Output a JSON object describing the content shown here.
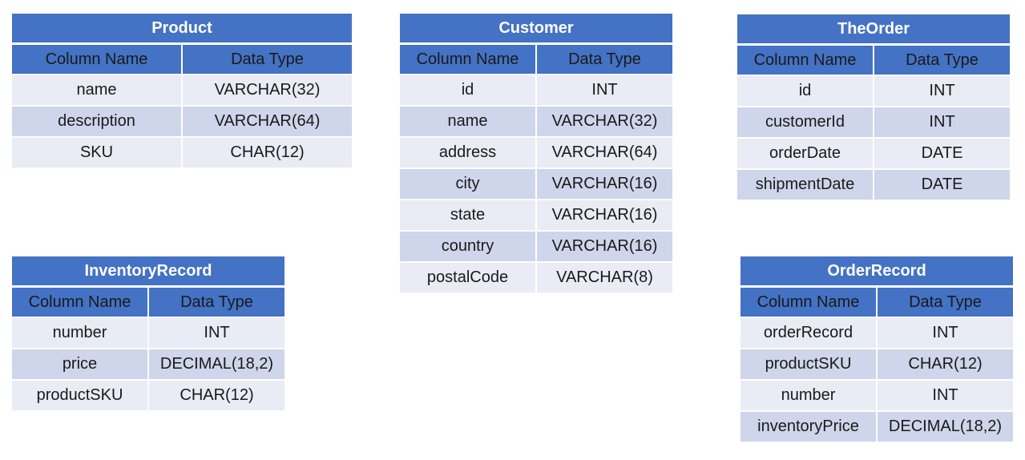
{
  "colors": {
    "header": "#4472c4",
    "row_light": "#e9ebf5",
    "row_dark": "#cfd5ea"
  },
  "tables": [
    {
      "name": "Product",
      "columns": [
        "Column Name",
        "Data Type"
      ],
      "rows": [
        [
          "name",
          "VARCHAR(32)"
        ],
        [
          "description",
          "VARCHAR(64)"
        ],
        [
          "SKU",
          "CHAR(12)"
        ]
      ]
    },
    {
      "name": "Customer",
      "columns": [
        "Column Name",
        "Data Type"
      ],
      "rows": [
        [
          "id",
          "INT"
        ],
        [
          "name",
          "VARCHAR(32)"
        ],
        [
          "address",
          "VARCHAR(64)"
        ],
        [
          "city",
          "VARCHAR(16)"
        ],
        [
          "state",
          "VARCHAR(16)"
        ],
        [
          "country",
          "VARCHAR(16)"
        ],
        [
          "postalCode",
          "VARCHAR(8)"
        ]
      ]
    },
    {
      "name": "TheOrder",
      "columns": [
        "Column Name",
        "Data Type"
      ],
      "rows": [
        [
          "id",
          "INT"
        ],
        [
          "customerId",
          "INT"
        ],
        [
          "orderDate",
          "DATE"
        ],
        [
          "shipmentDate",
          "DATE"
        ]
      ]
    },
    {
      "name": "InventoryRecord",
      "columns": [
        "Column Name",
        "Data Type"
      ],
      "rows": [
        [
          "number",
          "INT"
        ],
        [
          "price",
          "DECIMAL(18,2)"
        ],
        [
          "productSKU",
          "CHAR(12)"
        ]
      ]
    },
    {
      "name": "OrderRecord",
      "columns": [
        "Column Name",
        "Data Type"
      ],
      "rows": [
        [
          "orderRecord",
          "INT"
        ],
        [
          "productSKU",
          "CHAR(12)"
        ],
        [
          "number",
          "INT"
        ],
        [
          "inventoryPrice",
          "DECIMAL(18,2)"
        ]
      ]
    }
  ]
}
